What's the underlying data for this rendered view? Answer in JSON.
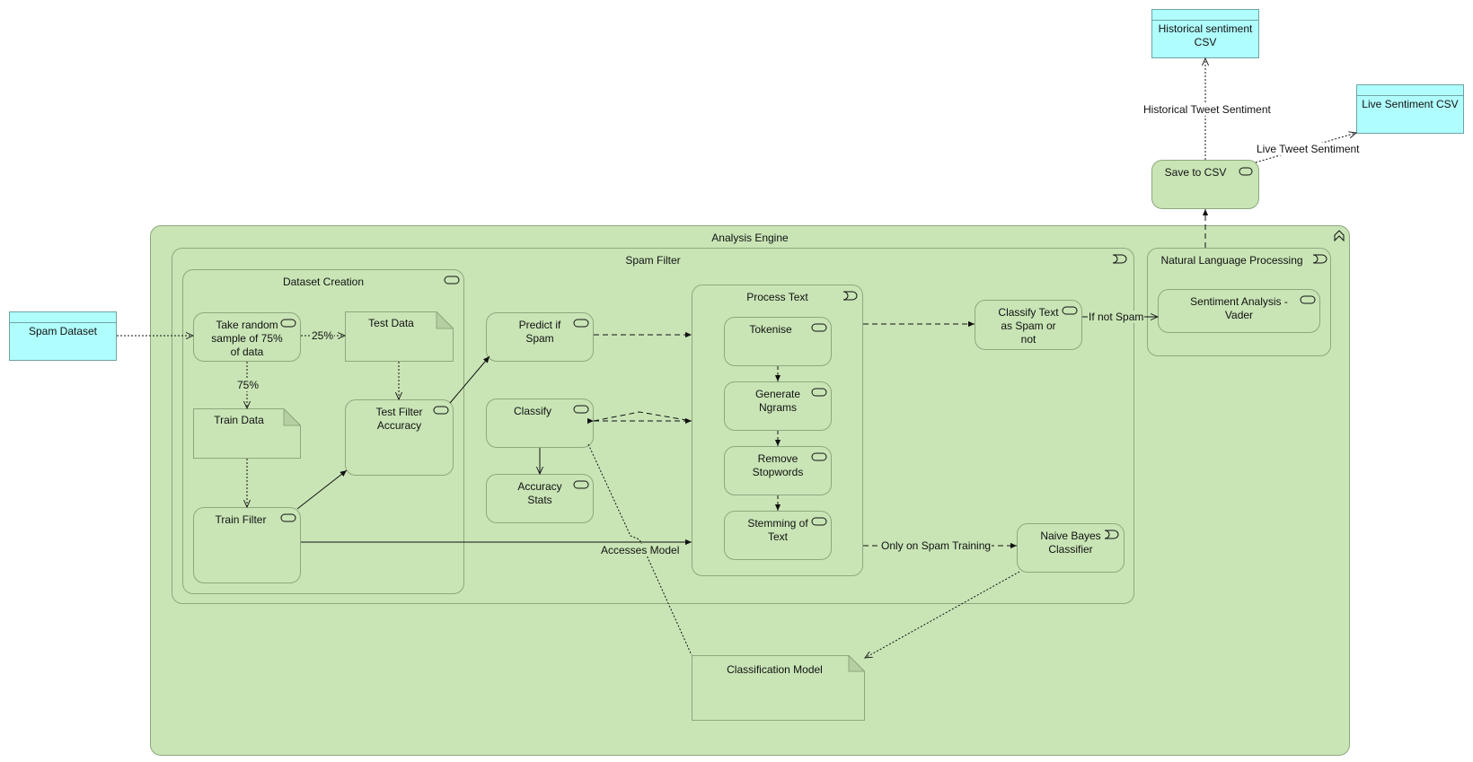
{
  "diagram": {
    "containers": {
      "analysis_engine": "Analysis Engine",
      "spam_filter": "Spam Filter",
      "dataset_creation": "Dataset Creation",
      "process_text": "Process Text",
      "nlp": "Natural Language Processing"
    },
    "processes": {
      "take_sample": "Take random sample of 75% of data",
      "test_filter_accuracy": "Test Filter Accuracy",
      "train_filter": "Train Filter",
      "predict_if_spam": "Predict if Spam",
      "classify": "Classify",
      "accuracy_stats": "Accuracy Stats",
      "tokenise": "Tokenise",
      "generate_ngrams": "Generate Ngrams",
      "remove_stopwords": "Remove Stopwords",
      "stemming": "Stemming of Text",
      "classify_text": "Classify Text as Spam or not",
      "sentiment_analysis": "Sentiment Analysis - Vader",
      "save_to_csv": "Save to CSV",
      "naive_bayes": "Naive Bayes Classifier"
    },
    "data_objects": {
      "spam_dataset": "Spam Dataset",
      "historical_csv": "Historical sentiment CSV",
      "live_csv": "Live Sentiment CSV"
    },
    "artifacts": {
      "test_data": "Test Data",
      "train_data": "Train Data",
      "classification_model": "Classification Model"
    },
    "edge_labels": {
      "pct_25": "25%",
      "pct_75": "75%",
      "accesses_model": "Accesses Model",
      "only_spam_training": "Only on Spam Training",
      "if_not_spam": "If not Spam",
      "historical_tweet": "Historical Tweet Sentiment",
      "live_tweet": "Live Tweet Sentiment"
    },
    "colors": {
      "group_fill": "#c9e5b6",
      "group_border": "#8ea87e",
      "data_fill": "#b0fdfd",
      "data_border": "#6fa3a3",
      "artifact_fold": "#b5cfa3"
    }
  }
}
